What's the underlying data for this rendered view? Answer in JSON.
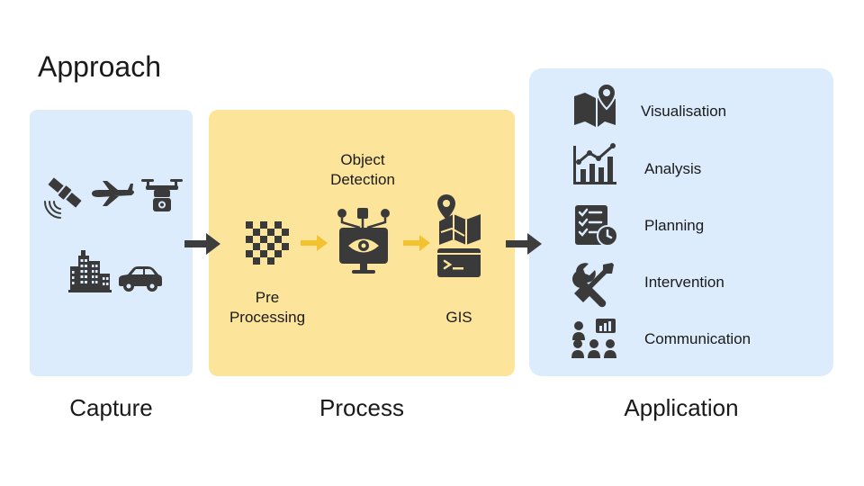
{
  "title": "Approach",
  "sections": {
    "capture": "Capture",
    "process": "Process",
    "application": "Application"
  },
  "capture_icons": [
    "satellite-icon",
    "airplane-icon",
    "drone-icon",
    "buildings-icon",
    "car-icon"
  ],
  "process_steps": {
    "preprocessing": {
      "line1": "Pre",
      "line2": "Processing",
      "icon": "checkerboard-icon"
    },
    "object_detection": {
      "line1": "Object",
      "line2": "Detection",
      "icon": "monitor-eye-icon"
    },
    "gis": {
      "label": "GIS",
      "icon": "map-terminal-icon"
    }
  },
  "applications": [
    {
      "label": "Visualisation",
      "icon": "map-pin-icon"
    },
    {
      "label": "Analysis",
      "icon": "chart-icon"
    },
    {
      "label": "Planning",
      "icon": "checklist-clock-icon"
    },
    {
      "label": "Intervention",
      "icon": "wrench-screwdriver-icon"
    },
    {
      "label": "Communication",
      "icon": "audience-presentation-icon"
    }
  ],
  "colors": {
    "capture_bg": "#dcecfd",
    "process_bg": "#fde49b",
    "application_bg": "#dcecfd",
    "arrow_dark": "#3d3d3d",
    "arrow_yellow": "#f2c230",
    "icon": "#3a3a3a"
  }
}
